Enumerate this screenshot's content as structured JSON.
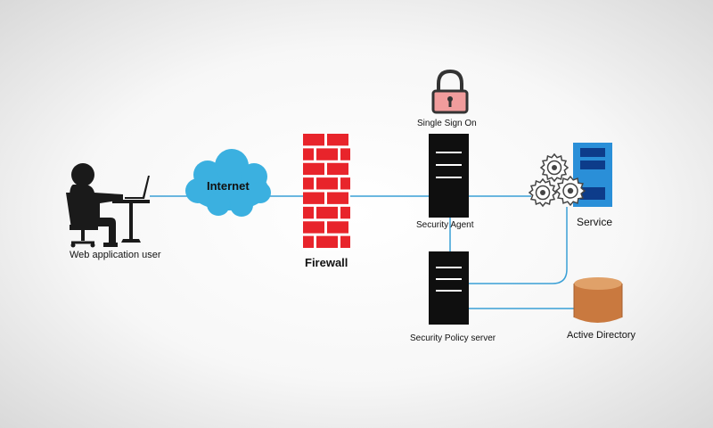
{
  "nodes": {
    "user": {
      "label": "Web application user",
      "icon": "person-at-laptop-icon"
    },
    "internet": {
      "label": "Internet",
      "icon": "cloud-icon"
    },
    "firewall": {
      "label": "Firewall",
      "icon": "brick-wall-icon"
    },
    "sso": {
      "label": "Single Sign On",
      "icon": "padlock-icon"
    },
    "security_agent": {
      "label": "Security Agent",
      "icon": "server-icon"
    },
    "policy_server": {
      "label": "Security Policy server",
      "icon": "server-icon"
    },
    "service": {
      "label": "Service",
      "icon": "gears-and-server-icon"
    },
    "active_directory": {
      "label": "Active Directory",
      "icon": "database-cylinder-icon"
    }
  },
  "connections": [
    {
      "from": "user",
      "to": "internet"
    },
    {
      "from": "internet",
      "to": "firewall"
    },
    {
      "from": "firewall",
      "to": "security_agent"
    },
    {
      "from": "security_agent",
      "to": "service"
    },
    {
      "from": "security_agent",
      "to": "policy_server"
    },
    {
      "from": "policy_server",
      "to": "service"
    },
    {
      "from": "policy_server",
      "to": "active_directory"
    }
  ],
  "colors": {
    "background": "#f7f7f7",
    "connector": "#3aa0d6",
    "brick": "#e8242b",
    "mortar": "#ffffff",
    "cloud": "#3bb0e0",
    "server": "#0f0f0f",
    "service": "#2a8fd8",
    "database": "#c9793f",
    "lock": "#f19c9c",
    "person": "#1a1a1a"
  }
}
